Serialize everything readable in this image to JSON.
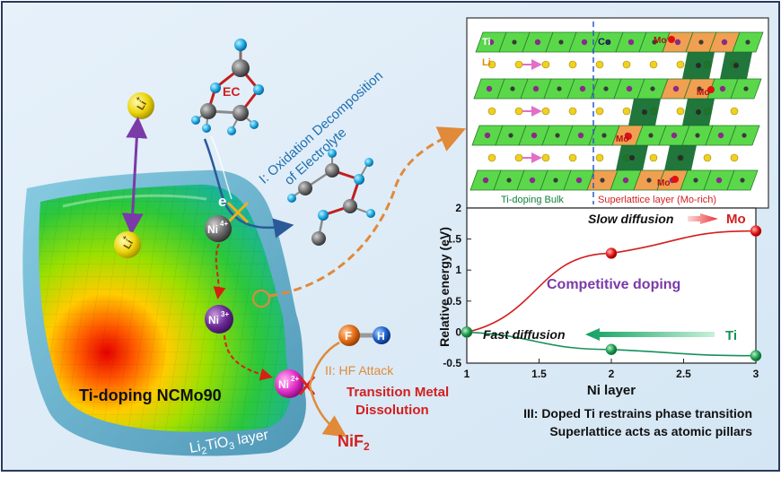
{
  "left": {
    "ec_label": "EC",
    "electron_label": "e",
    "li_label_main": "Li",
    "li_label_sup": "+",
    "ni4_main": "Ni",
    "ni4_sup": "4+",
    "ni3_main": "Ni",
    "ni3_sup": "3+",
    "ni2_main": "Ni",
    "ni2_sup": "2+",
    "oxidation_line1": "I: Oxidation Decomposition",
    "oxidation_line2": "of Electrolyte",
    "f_label": "F",
    "h_label": "H",
    "hf_attack": "II: HF Attack",
    "tm_line1": "Transition Metal",
    "tm_line2": "Dissolution",
    "nif2_main": "NiF",
    "nif2_sub": "2",
    "ti_doping_label": "Ti-doping NCMo90",
    "li2tio3_a": "Li",
    "li2tio3_b": "2",
    "li2tio3_c": "TiO",
    "li2tio3_d": "3",
    "li2tio3_e": " layer"
  },
  "lattice": {
    "ti_label": "Ti",
    "co_label": "Co",
    "li_label": "Li",
    "mo_label": "Mo",
    "bulk_label": "Ti-doping Bulk",
    "superlattice_label": "Superlattice layer (Mo-rich)"
  },
  "chart_data": {
    "type": "line",
    "xlabel": "Ni layer",
    "ylabel": "Relative energy (eV)",
    "xlim": [
      1,
      3
    ],
    "ylim": [
      -0.5,
      2
    ],
    "xticks": [
      "1",
      "1.5",
      "2",
      "2.5",
      "3"
    ],
    "yticks": [
      "-0.5",
      "0",
      "0.5",
      "1",
      "1.5",
      "2"
    ],
    "series": [
      {
        "name": "Mo",
        "color": "#d21f1f",
        "x": [
          1,
          2,
          3
        ],
        "y": [
          0,
          1.27,
          1.63
        ]
      },
      {
        "name": "Ti",
        "color": "#17905a",
        "x": [
          1,
          2,
          3
        ],
        "y": [
          0,
          -0.28,
          -0.38
        ]
      }
    ],
    "annotations": {
      "slow": "Slow diffusion",
      "fast": "Fast diffusion",
      "competitive": "Competitive doping"
    }
  },
  "caption": {
    "line1": "III: Doped Ti restrains phase transition",
    "line2": "Superlattice acts as atomic pillars"
  }
}
